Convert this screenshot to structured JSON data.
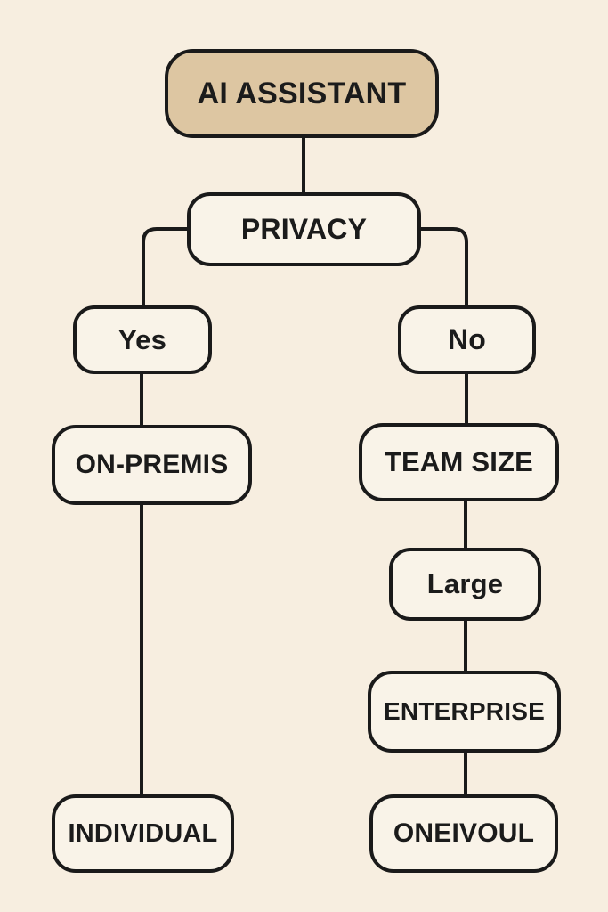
{
  "colors": {
    "background": "#f7eee0",
    "node_fill": "#f9f3e8",
    "root_fill": "#ddc6a2",
    "stroke": "#1a1a1a",
    "text": "#1b1b1b"
  },
  "diagram": {
    "type": "flowchart",
    "nodes": {
      "root": {
        "label": "AI ASSISTANT"
      },
      "privacy": {
        "label": "PRIVACY"
      },
      "yes": {
        "label": "Yes"
      },
      "no": {
        "label": "No"
      },
      "on_premis": {
        "label": "ON-PREMIS"
      },
      "team_size": {
        "label": "TEAM SIZE"
      },
      "large": {
        "label": "Large"
      },
      "enterprise": {
        "label": "ENTERPRISE"
      },
      "individual": {
        "label": "INDIVIDUAL"
      },
      "oneivoul": {
        "label": "ONEIVOUL"
      }
    },
    "edges": [
      {
        "from": "root",
        "to": "privacy"
      },
      {
        "from": "privacy",
        "to": "yes"
      },
      {
        "from": "privacy",
        "to": "no"
      },
      {
        "from": "yes",
        "to": "on_premis"
      },
      {
        "from": "on_premis",
        "to": "individual"
      },
      {
        "from": "no",
        "to": "team_size"
      },
      {
        "from": "team_size",
        "to": "large"
      },
      {
        "from": "large",
        "to": "enterprise"
      },
      {
        "from": "enterprise",
        "to": "oneivoul"
      }
    ]
  }
}
